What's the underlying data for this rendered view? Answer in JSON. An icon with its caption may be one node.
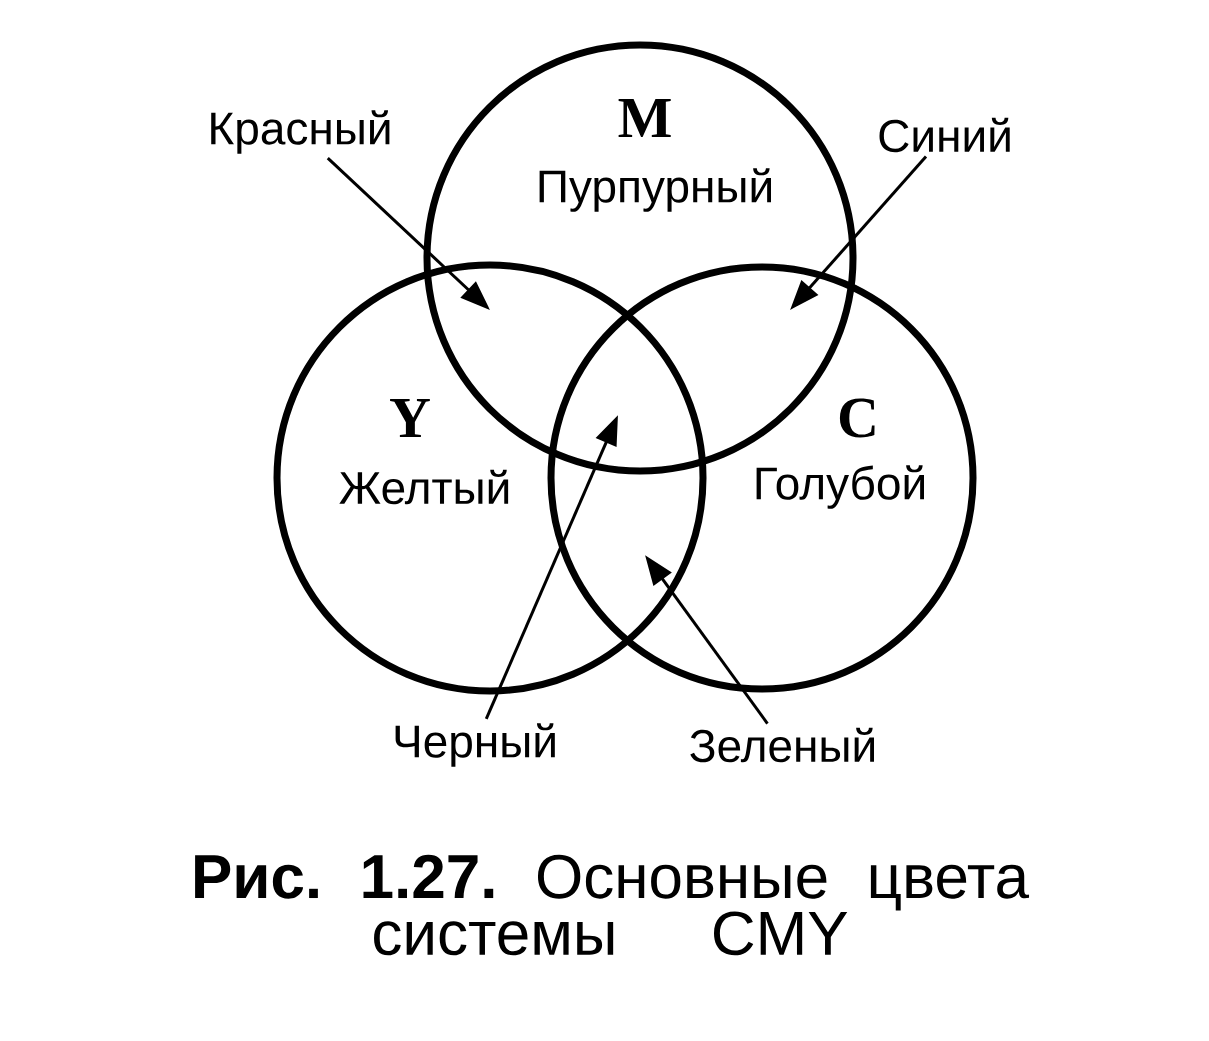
{
  "diagram": {
    "caption": "**Рис. 1.27.** Основные цвета системы CMY",
    "nodes": [
      {
        "text": [
          "M",
          "Пурпурный"
        ]
      },
      {
        "text": [
          "Y",
          "Желтый"
        ]
      },
      {
        "text": [
          "C",
          "Голубой"
        ]
      },
      {
        "text": [
          "Красный"
        ]
      },
      {
        "text": [
          "Синий"
        ]
      },
      {
        "text": [
          "Черный"
        ]
      },
      {
        "text": [
          "Зеленый"
        ]
      }
    ],
    "edges": [
      {
        "from": 3,
        "to": 0,
        "arrow": "to"
      },
      {
        "from": 4,
        "to": 2,
        "arrow": "to"
      },
      {
        "from": 5,
        "to": 2,
        "arrow": "to"
      },
      {
        "from": 6,
        "to": 2,
        "arrow": "to"
      }
    ]
  }
}
